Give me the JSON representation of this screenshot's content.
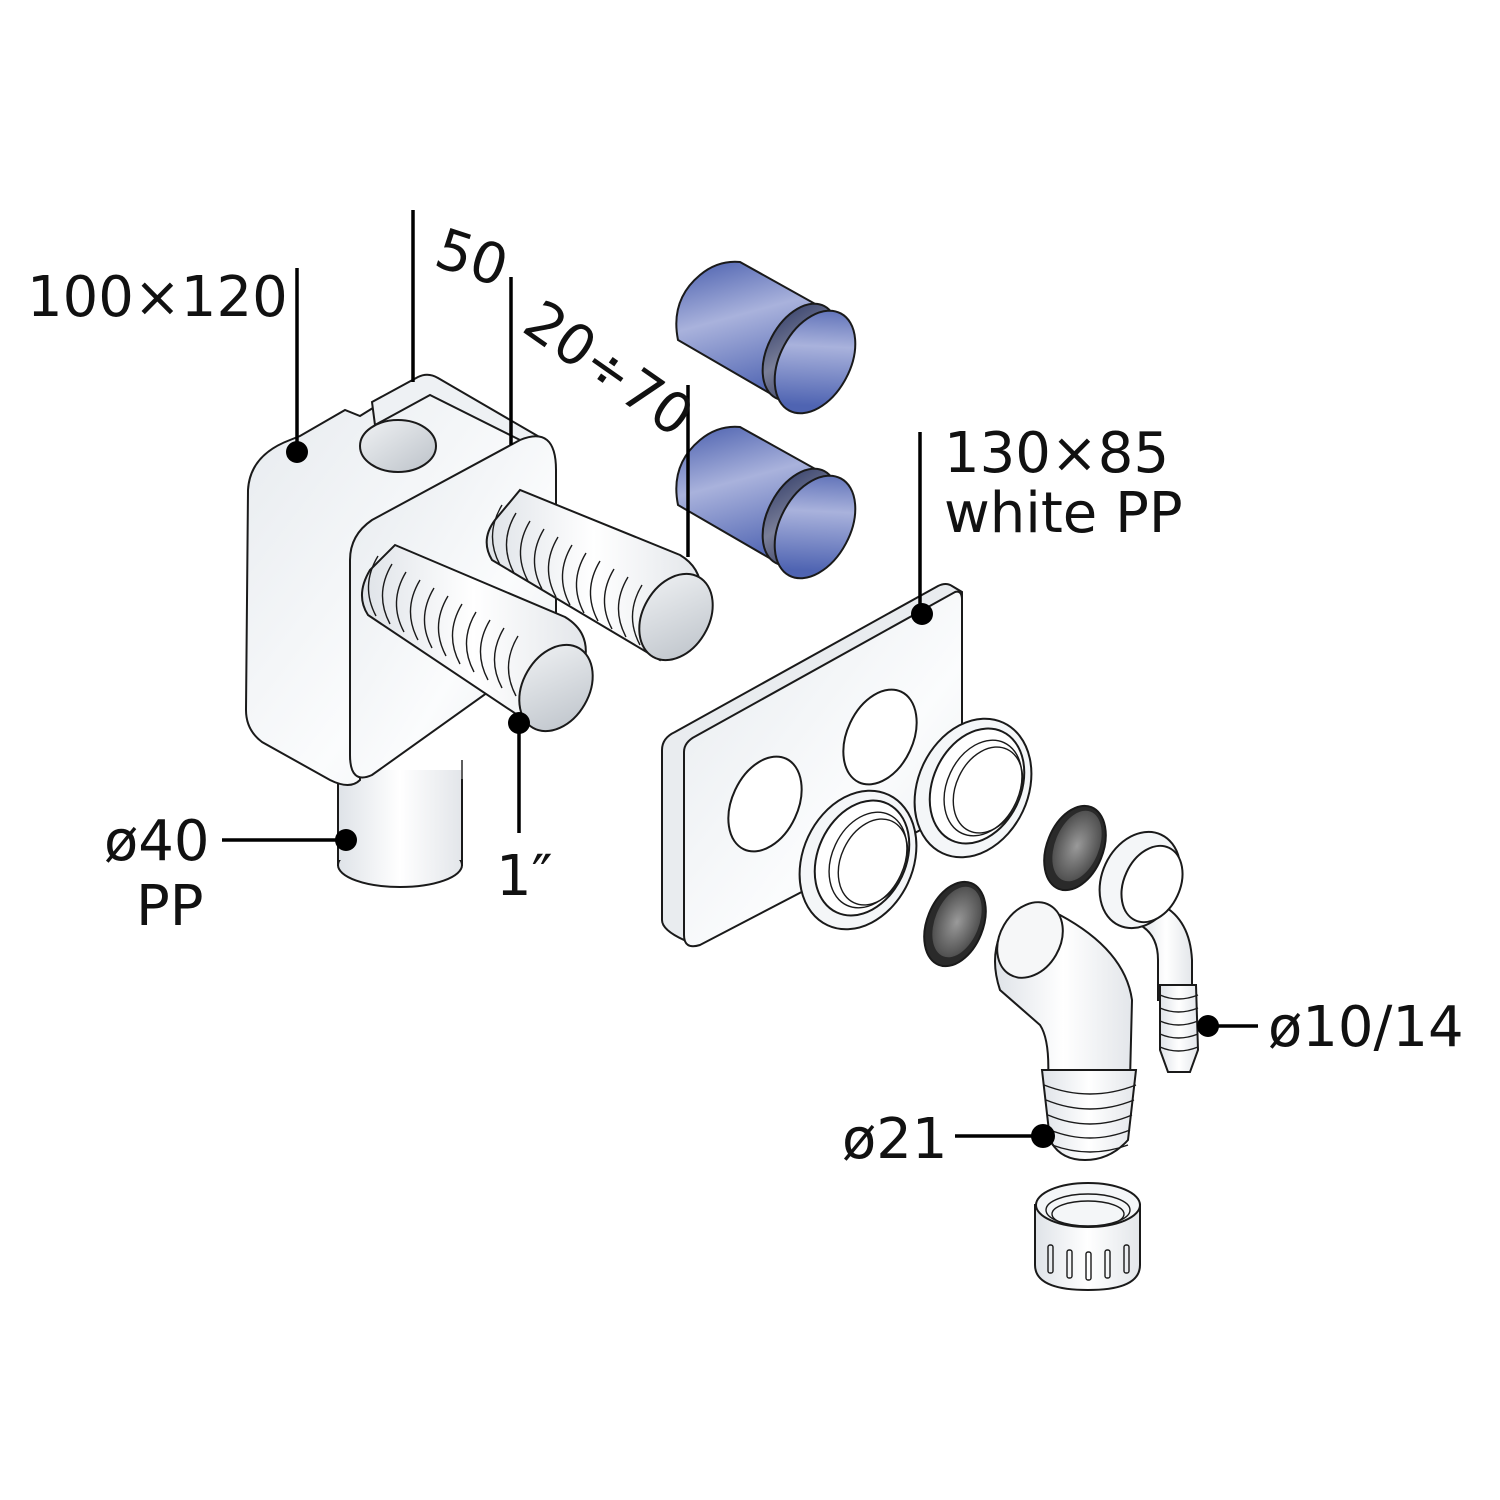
{
  "diagram": {
    "title": "Washing machine drain trap box - exploded view",
    "colors": {
      "part_white": "#f2f4f6",
      "part_shade": "#c9ced4",
      "cap_blue": "#5a6fb8",
      "cap_blue_light": "#a9b2dc",
      "gasket_dark": "#3a3a3a",
      "line": "#1a1a1a"
    },
    "labels": {
      "box_size": "100×120",
      "depth": "50",
      "extension": "20÷70",
      "plate_size": "130×85",
      "plate_material": "white PP",
      "outlet_diameter": "ø40",
      "outlet_material": "PP",
      "thread": "1″",
      "hose_small": "ø10/14",
      "hose_large": "ø21"
    },
    "parts": [
      "trap-box",
      "threaded-inlet-upper",
      "threaded-inlet-lower",
      "blue-cap-upper",
      "blue-cap-lower",
      "cover-plate",
      "lock-nut-left",
      "lock-nut-right",
      "gasket-left",
      "gasket-right",
      "elbow-large",
      "elbow-small",
      "hose-nut"
    ]
  }
}
